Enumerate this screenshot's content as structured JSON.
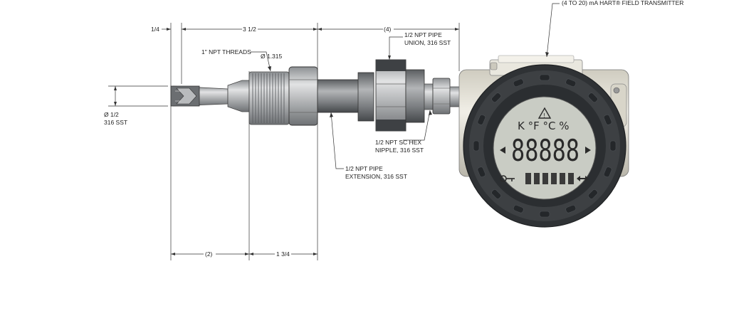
{
  "labels": {
    "transmitter": "(4 TO 20) mA HART® FIELD TRANSMITTER",
    "npt_threads": "1\" NPT THREADS",
    "diameter_1315": "Ø 1.315",
    "union_line1": "1/2 NPT PIPE",
    "union_line2": "UNION, 316 SST",
    "nipple_line1": "1/2 NPT SC HEX",
    "nipple_line2": "NIPPLE, 316 SST",
    "extension_line1": "1/2 NPT PIPE",
    "extension_line2": "EXTENSION, 316 SST",
    "probe_dia_line1": "Ø 1/2",
    "probe_dia_line2": "316 SST"
  },
  "dimensions": {
    "top_left": "1/4",
    "top_mid": "3 1/2",
    "top_right": "(4)",
    "bottom_left": "(2)",
    "bottom_right": "1 3/4"
  },
  "display": {
    "units": "K °F °C %",
    "digits": "88888",
    "scale": [
      "0",
      "10",
      "20",
      "30",
      "40",
      "50",
      "60",
      "70",
      "80",
      "90",
      "100"
    ],
    "warning_icon": "warning-triangle-icon",
    "key_icon": "key-icon",
    "arrows_icon": "bidirectional-arrows-icon"
  },
  "colors": {
    "housing": "#e6e4da",
    "bezel": "#3a3d40",
    "lcd": "#c9ccc4",
    "metal": "#b9bbbd"
  }
}
